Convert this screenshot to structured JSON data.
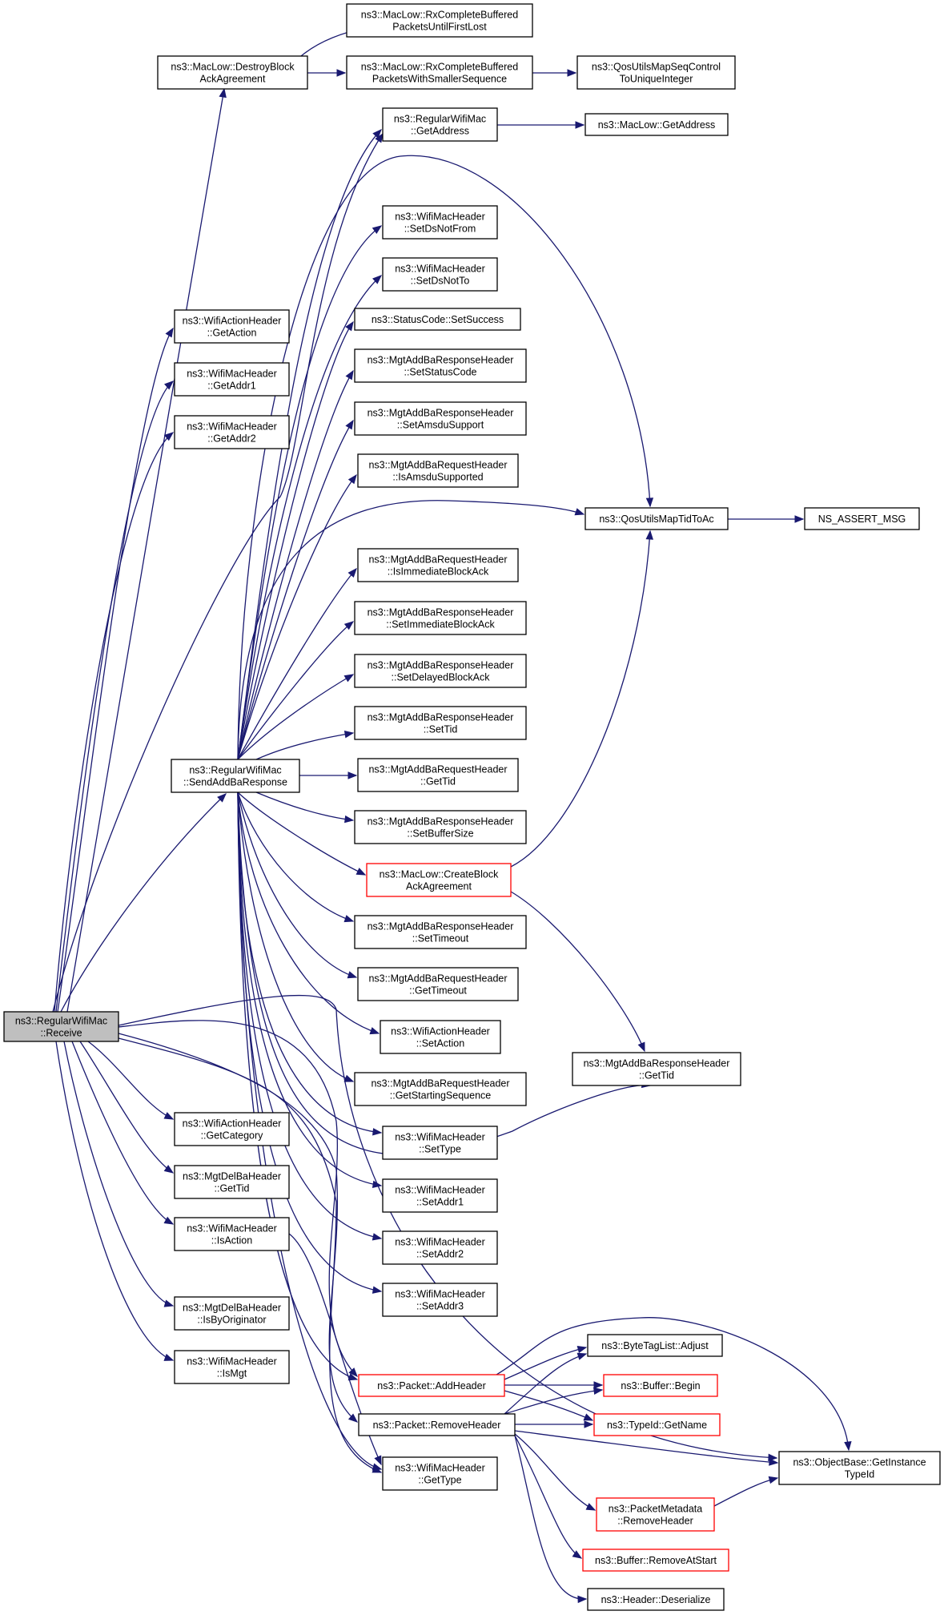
{
  "diagram": {
    "nodes": [
      {
        "id": "receive",
        "lines": [
          "ns3::RegularWifiMac",
          "::Receive"
        ],
        "style": "root"
      },
      {
        "id": "destroyBlockAck",
        "lines": [
          "ns3::MacLow::DestroyBlock",
          "AckAgreement"
        ],
        "style": "normal"
      },
      {
        "id": "rxFirstLost",
        "lines": [
          "ns3::MacLow::RxCompleteBuffered",
          "PacketsUntilFirstLost"
        ],
        "style": "normal"
      },
      {
        "id": "rxSmallerSeq",
        "lines": [
          "ns3::MacLow::RxCompleteBuffered",
          "PacketsWithSmallerSequence"
        ],
        "style": "normal"
      },
      {
        "id": "qosSeqControl",
        "lines": [
          "ns3::QosUtilsMapSeqControl",
          "ToUniqueInteger"
        ],
        "style": "normal"
      },
      {
        "id": "regGetAddress",
        "lines": [
          "ns3::RegularWifiMac",
          "::GetAddress"
        ],
        "style": "normal"
      },
      {
        "id": "macLowGetAddress",
        "lines": [
          "ns3::MacLow::GetAddress"
        ],
        "style": "normal"
      },
      {
        "id": "setDsNotFrom",
        "lines": [
          "ns3::WifiMacHeader",
          "::SetDsNotFrom"
        ],
        "style": "normal"
      },
      {
        "id": "setDsNotTo",
        "lines": [
          "ns3::WifiMacHeader",
          "::SetDsNotTo"
        ],
        "style": "normal"
      },
      {
        "id": "statusSetSuccess",
        "lines": [
          "ns3::StatusCode::SetSuccess"
        ],
        "style": "normal"
      },
      {
        "id": "getAction",
        "lines": [
          "ns3::WifiActionHeader",
          "::GetAction"
        ],
        "style": "normal"
      },
      {
        "id": "setStatusCode",
        "lines": [
          "ns3::MgtAddBaResponseHeader",
          "::SetStatusCode"
        ],
        "style": "normal"
      },
      {
        "id": "getAddr1",
        "lines": [
          "ns3::WifiMacHeader",
          "::GetAddr1"
        ],
        "style": "normal"
      },
      {
        "id": "setAmsduSupport",
        "lines": [
          "ns3::MgtAddBaResponseHeader",
          "::SetAmsduSupport"
        ],
        "style": "normal"
      },
      {
        "id": "getAddr2",
        "lines": [
          "ns3::WifiMacHeader",
          "::GetAddr2"
        ],
        "style": "normal"
      },
      {
        "id": "isAmsduSupported",
        "lines": [
          "ns3::MgtAddBaRequestHeader",
          "::IsAmsduSupported"
        ],
        "style": "normal"
      },
      {
        "id": "qosTidToAc",
        "lines": [
          "ns3::QosUtilsMapTidToAc"
        ],
        "style": "normal"
      },
      {
        "id": "nsAssertMsg",
        "lines": [
          "NS_ASSERT_MSG"
        ],
        "style": "normal"
      },
      {
        "id": "isImmediateBlockAck",
        "lines": [
          "ns3::MgtAddBaRequestHeader",
          "::IsImmediateBlockAck"
        ],
        "style": "normal"
      },
      {
        "id": "setImmediateBlockAck",
        "lines": [
          "ns3::MgtAddBaResponseHeader",
          "::SetImmediateBlockAck"
        ],
        "style": "normal"
      },
      {
        "id": "setDelayedBlockAck",
        "lines": [
          "ns3::MgtAddBaResponseHeader",
          "::SetDelayedBlockAck"
        ],
        "style": "normal"
      },
      {
        "id": "respSetTid",
        "lines": [
          "ns3::MgtAddBaResponseHeader",
          "::SetTid"
        ],
        "style": "normal"
      },
      {
        "id": "sendAddBaResponse",
        "lines": [
          "ns3::RegularWifiMac",
          "::SendAddBaResponse"
        ],
        "style": "normal"
      },
      {
        "id": "reqGetTid",
        "lines": [
          "ns3::MgtAddBaRequestHeader",
          "::GetTid"
        ],
        "style": "normal"
      },
      {
        "id": "setBufferSize",
        "lines": [
          "ns3::MgtAddBaResponseHeader",
          "::SetBufferSize"
        ],
        "style": "normal"
      },
      {
        "id": "createBlockAck",
        "lines": [
          "ns3::MacLow::CreateBlock",
          "AckAgreement"
        ],
        "style": "red"
      },
      {
        "id": "setTimeout",
        "lines": [
          "ns3::MgtAddBaResponseHeader",
          "::SetTimeout"
        ],
        "style": "normal"
      },
      {
        "id": "getTimeout",
        "lines": [
          "ns3::MgtAddBaRequestHeader",
          "::GetTimeout"
        ],
        "style": "normal"
      },
      {
        "id": "setAction",
        "lines": [
          "ns3::WifiActionHeader",
          "::SetAction"
        ],
        "style": "normal"
      },
      {
        "id": "respGetTid",
        "lines": [
          "ns3::MgtAddBaResponseHeader",
          "::GetTid"
        ],
        "style": "normal"
      },
      {
        "id": "getStartingSequence",
        "lines": [
          "ns3::MgtAddBaRequestHeader",
          "::GetStartingSequence"
        ],
        "style": "normal"
      },
      {
        "id": "getCategory",
        "lines": [
          "ns3::WifiActionHeader",
          "::GetCategory"
        ],
        "style": "normal"
      },
      {
        "id": "setType",
        "lines": [
          "ns3::WifiMacHeader",
          "::SetType"
        ],
        "style": "normal"
      },
      {
        "id": "delBaGetTid",
        "lines": [
          "ns3::MgtDelBaHeader",
          "::GetTid"
        ],
        "style": "normal"
      },
      {
        "id": "setAddr1",
        "lines": [
          "ns3::WifiMacHeader",
          "::SetAddr1"
        ],
        "style": "normal"
      },
      {
        "id": "isAction",
        "lines": [
          "ns3::WifiMacHeader",
          "::IsAction"
        ],
        "style": "normal"
      },
      {
        "id": "setAddr2",
        "lines": [
          "ns3::WifiMacHeader",
          "::SetAddr2"
        ],
        "style": "normal"
      },
      {
        "id": "setAddr3",
        "lines": [
          "ns3::WifiMacHeader",
          "::SetAddr3"
        ],
        "style": "normal"
      },
      {
        "id": "isByOriginator",
        "lines": [
          "ns3::MgtDelBaHeader",
          "::IsByOriginator"
        ],
        "style": "normal"
      },
      {
        "id": "byteTagAdjust",
        "lines": [
          "ns3::ByteTagList::Adjust"
        ],
        "style": "normal"
      },
      {
        "id": "isMgt",
        "lines": [
          "ns3::WifiMacHeader",
          "::IsMgt"
        ],
        "style": "normal"
      },
      {
        "id": "addHeader",
        "lines": [
          "ns3::Packet::AddHeader"
        ],
        "style": "red"
      },
      {
        "id": "bufferBegin",
        "lines": [
          "ns3::Buffer::Begin"
        ],
        "style": "red"
      },
      {
        "id": "removeHeader",
        "lines": [
          "ns3::Packet::RemoveHeader"
        ],
        "style": "normal"
      },
      {
        "id": "typeIdGetName",
        "lines": [
          "ns3::TypeId::GetName"
        ],
        "style": "red"
      },
      {
        "id": "getType",
        "lines": [
          "ns3::WifiMacHeader",
          "::GetType"
        ],
        "style": "normal"
      },
      {
        "id": "getInstanceTypeId",
        "lines": [
          "ns3::ObjectBase::GetInstance",
          "TypeId"
        ],
        "style": "normal"
      },
      {
        "id": "metaRemoveHeader",
        "lines": [
          "ns3::PacketMetadata",
          "::RemoveHeader"
        ],
        "style": "red"
      },
      {
        "id": "removeAtStart",
        "lines": [
          "ns3::Buffer::RemoveAtStart"
        ],
        "style": "red"
      },
      {
        "id": "deserialize",
        "lines": [
          "ns3::Header::Deserialize"
        ],
        "style": "normal"
      }
    ],
    "colors": {
      "edge": "#191970",
      "root_fill": "#bfbfbf",
      "red_border": "#ff0000",
      "border": "#000000"
    }
  }
}
